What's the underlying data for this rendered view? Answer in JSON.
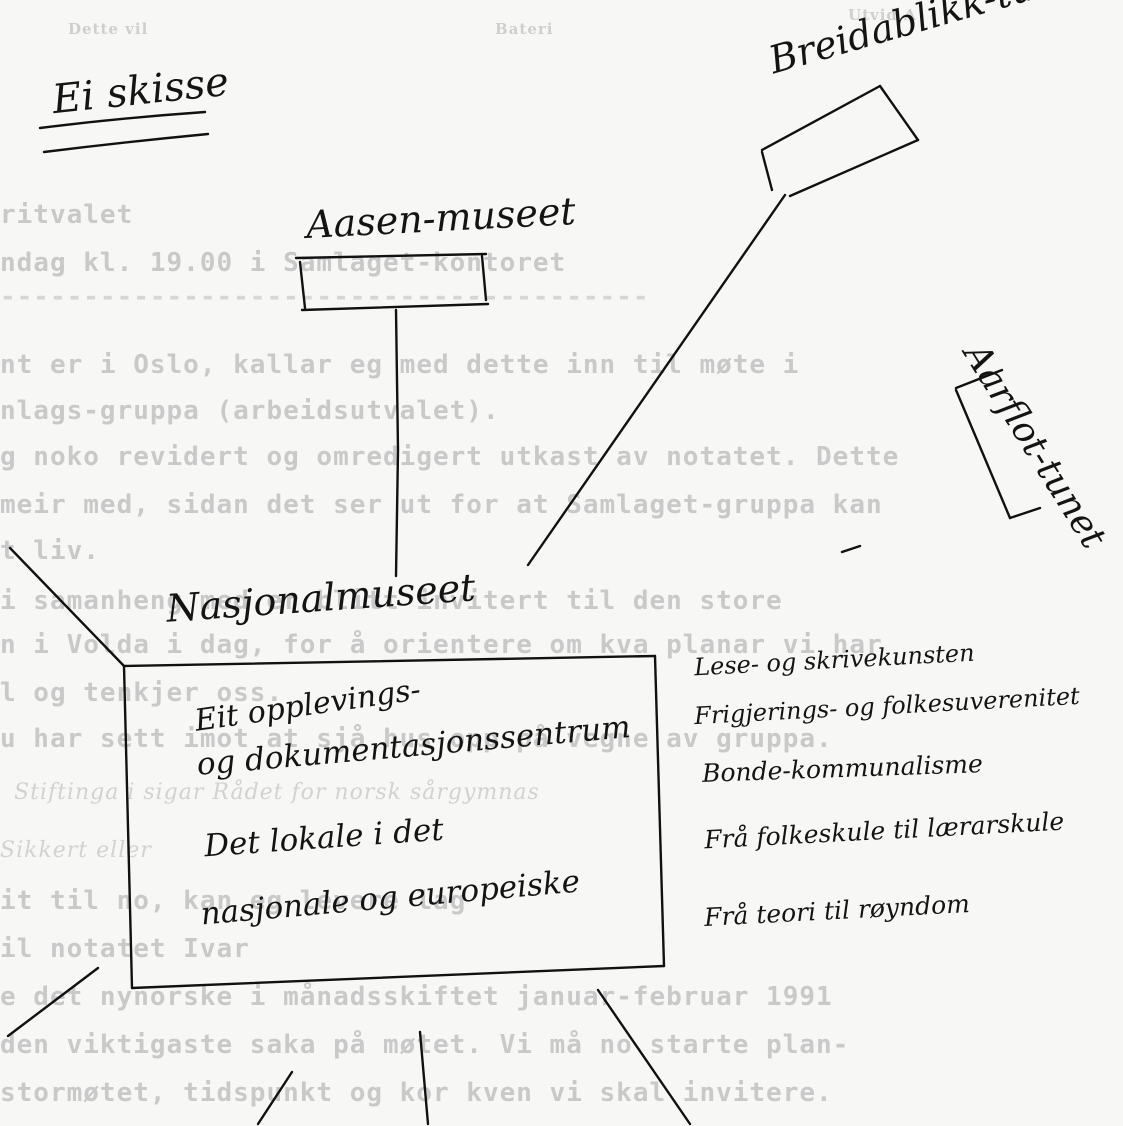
{
  "header_ghost": {
    "left": "Dette vil",
    "center": "Bateri",
    "right": "Utvid A"
  },
  "ghost_lines": [
    "ritvalet",
    "ndag kl. 19.00 i Samlaget-kontoret",
    "---------------------------------------",
    "nt er i Oslo, kallar eg med dette inn til møte i",
    "nlags-gruppa (arbeidsutvalet).",
    "g noko revidert og omredigert utkast av notatet. Dette",
    "meir med, sidan det ser ut for at Samlaget-gruppa kan",
    "t liv.",
    "i samanheng med er blitt invitert til den store",
    "n i Volda i dag, for å orientere om kva planar vi har",
    "l og tenkjer oss.",
    "u har sett imot at sjå hus opp på vegne av gruppa.",
    "Stiftinga i sigar        Rådet for norsk sårgymnas",
    "                                        Sikkert eller",
    "it til no, kan eg levere lag",
    "il notatet                          Ivar",
    "e det nynorske i månadsskiftet januar-februar 1991",
    "den viktigaste saka på møtet. Vi må no starte plan-",
    " stormøtet, tidspunkt og kor kven vi skal invitere."
  ],
  "handwriting": {
    "title": "Ei skisse",
    "aasen_museet": "Aasen-museet",
    "nasjonalmuseet": "Nasjonalmuseet",
    "centre_line1": "Eit opplevings-",
    "centre_line2": "og dokumentasjonssentrum",
    "centre_line3": "Det lokale i det",
    "centre_line4": "nasjonale og europeiske",
    "breidablikk": "Breidablikk-tunet",
    "aarflot": "Aarflot-tunet",
    "list": [
      "Lese- og skrivekunsten",
      "Frigjerings- og folkesuverenitet",
      "Bonde-kommunalisme",
      "Frå folkeskule til lærarskule",
      "Frå teori til røyndom"
    ]
  }
}
